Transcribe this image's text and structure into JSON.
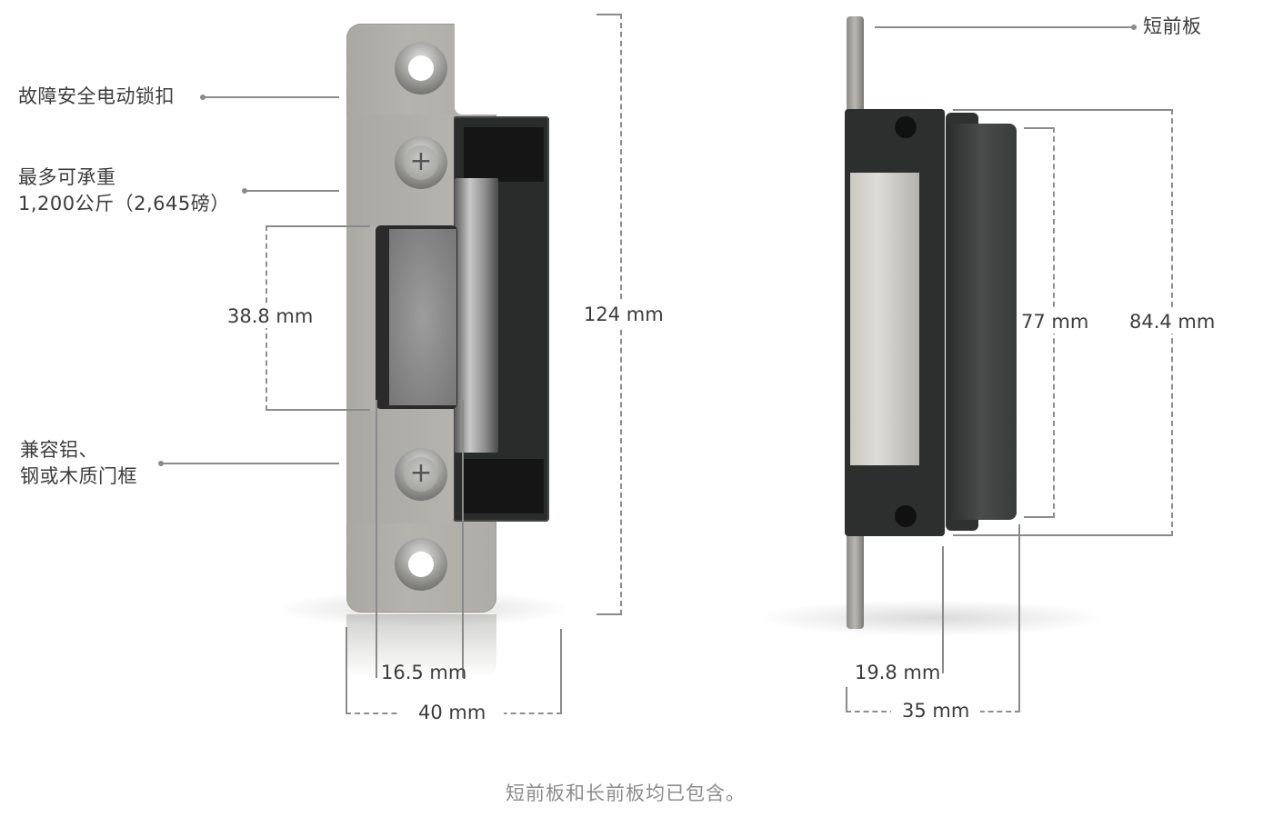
{
  "front_view": {
    "callouts": [
      {
        "id": "fail-safe",
        "lines": [
          "故障安全电动锁扣"
        ]
      },
      {
        "id": "holding-force",
        "lines": [
          "最多可承重",
          "1,200公斤（2,645磅）"
        ]
      },
      {
        "id": "frame-compat",
        "lines": [
          "兼容铝、",
          "钢或木质门框"
        ]
      }
    ],
    "dimensions": {
      "opening_height": "38.8 mm",
      "total_height": "124 mm",
      "keeper_depth": "16.5 mm",
      "width": "40 mm"
    }
  },
  "side_view": {
    "callouts": [
      {
        "id": "short-faceplate",
        "lines": [
          "短前板"
        ]
      }
    ],
    "dimensions": {
      "cylinder_height": "77 mm",
      "body_height": "84.4 mm",
      "plate_offset": "19.8 mm",
      "depth": "35 mm"
    }
  },
  "caption": "短前板和长前板均已包含。",
  "colors": {
    "text": "#3c3c3c",
    "caption": "#8c8c8c",
    "leader_line": "#8a8a8a",
    "plate": "#b0afa9",
    "housing": "#2a2b2b"
  },
  "icons": {
    "phillips_screw": "+"
  }
}
